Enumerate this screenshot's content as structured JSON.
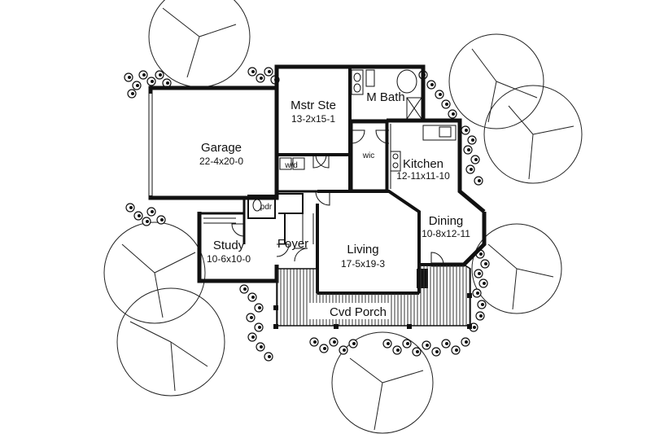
{
  "rooms": {
    "garage": {
      "name": "Garage",
      "dims": "22-4x20-0"
    },
    "master": {
      "name": "Mstr Ste",
      "dims": "13-2x15-1"
    },
    "bath": {
      "name": "M Bath"
    },
    "kitchen": {
      "name": "Kitchen",
      "dims": "12-11x11-10"
    },
    "dining": {
      "name": "Dining",
      "dims": "10-8x12-11"
    },
    "living": {
      "name": "Living",
      "dims": "17-5x19-3"
    },
    "study": {
      "name": "Study",
      "dims": "10-6x10-0"
    },
    "foyer": {
      "name": "Foyer"
    },
    "porch": {
      "name": "Cvd Porch"
    },
    "laundry": {
      "name": "w/d"
    },
    "closet": {
      "name": "wic"
    },
    "pantry": {
      "name": "pdr"
    }
  },
  "colors": {
    "ink": "#111111",
    "paper": "#ffffff"
  }
}
